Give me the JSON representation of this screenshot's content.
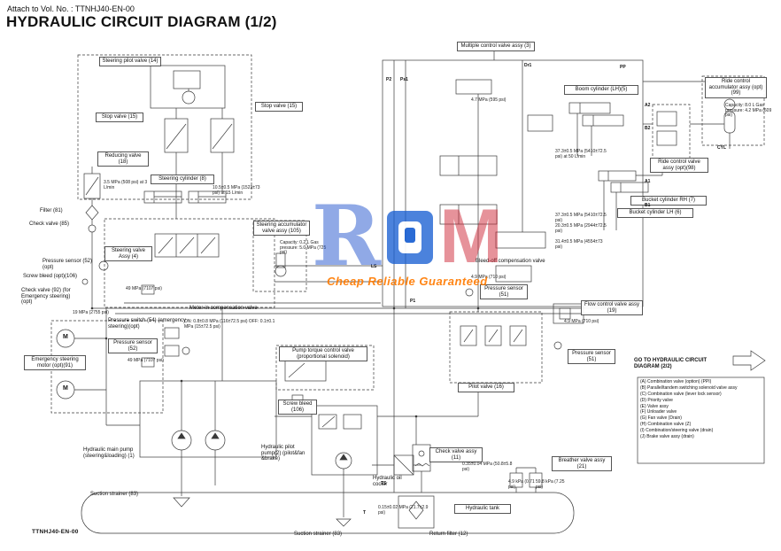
{
  "header": {
    "attach_line": "Attach to Vol. No. : TTNHJ40-EN-00",
    "title": "HYDRAULIC CIRCUIT DIAGRAM (1/2)"
  },
  "footer": {
    "doc_number": "TTNHJ40-EN-00"
  },
  "watermark": {
    "letter_r": "R",
    "letter_m": "M",
    "tagline": "Cheap Reliable Guaranteed"
  },
  "goto": {
    "text": "GO TO HYDRAULIC CIRCUIT DIAGRAM (2/2)"
  },
  "legend": {
    "items": [
      "(A) Combination valve (option) (PPI)",
      "(B) Parallel/tandem switching solenoid valve assy",
      "(C) Combination valve (lever lock sensor)",
      "(D) Priority valve",
      "(E) Valve assy",
      "(F) Unloader valve",
      "(G) Fan valve (Drain)",
      "(H) Combination valve (Z)",
      "(I) Combination/steering valve (drain)",
      "(J) Brake valve assy (drain)"
    ]
  },
  "labels": {
    "steering_pilot_valve": "Steering pilot valve (14)",
    "stop_valve_left": "Stop valve (15)",
    "stop_valve_right": "Stop valve (15)",
    "reducing_valve": "Reducing valve (18)",
    "reducing_spec": "3.5 MPa (508 psi) at 3 L/min",
    "filter_81": "Filter (81)",
    "check_valve_85": "Check valve (85)",
    "steering_cylinder": "Steering cylinder (8)",
    "steering_cylinder_spec": "10.5±0.5 MPa (1523±73 psi) at 15 L/min",
    "steering_valve_assy": "Steering valve Assy (4)",
    "steering_accumulator": "Steering accumulator valve assy (105)",
    "steering_accumulator_spec": "Capacity: 0.2 L Gas pressure: 5.0 MPa (725 psi)",
    "pressure_sensor_52_opt": "Pressure sensor (52)(opt)",
    "screw_bleed_opt": "Screw bleed (opt)(106)",
    "check_valve_92": "Check valve (92) (for Emergency steering)(opt)",
    "spec_49_a": "49 MPa (7107 psi)",
    "meter_in": "Meter-in compensation valve",
    "spec_19": "19 MPa (2755 psi)",
    "pressure_switch_54": "Pressure switch (54) (emergency steering)(opt)",
    "switch_spec": "ON: 0.8±0.8 MPa (116±72.5 psi) OFF: 0.1±0.1 MPa (15±72.5 psi)",
    "pressure_sensor_52": "Pressure sensor (52)",
    "spec_49_b": "49 MPa (7107 psi)",
    "emergency_motor": "Emergency steering motor (opt)(91)",
    "pump_torque": "Pump torque control valve (proportional solenoid)",
    "screw_bleed_106": "Screw bleed (106)",
    "main_pump": "Hydraulic main pump (steering&loading) (1)",
    "pilot_pump": "Hydraulic pilot pump(2) (pilot&fan &brake)",
    "oil_cooler": "Hydraulic oil cooler",
    "suction_strainer_a": "Suction strainer (83)",
    "suction_strainer_b": "Suction strainer (83)",
    "return_filter": "Return filter (12)",
    "hydraulic_tank": "Hydraulic tank",
    "check_valve_assy_11": "Check valve assy (11)",
    "check_valve_11_spec": "0.35±0.04 MPa (50.8±5.8 psi)",
    "return_filter_spec": "0.15±0.02 MPa (21.7±2.9 psi)",
    "breather_valve": "Breather valve assy (21)",
    "breather_spec_a": "4.9 kPa (0.71 psi)",
    "breather_spec_b": "59.8 kPa (7.25 psi)",
    "multiple_control": "Multiple control valve assy (3)",
    "spec_4_7": "4.7 MPa (595 psi)",
    "boom_cylinder": "Boom cylinder (LH)(5)",
    "ride_accumulator": "Ride control accumulator assy (opt)(99)",
    "ride_accumulator_spec": "Capacity: 8.0 L Gas pressure: 4.2 MPa (609 psi)",
    "ride_valve": "Ride control valve assy (opt)(98)",
    "spec_37_a": "37.3±0.5 MPa (5410±72.5 psi) at 50 L/min",
    "bucket_cylinder_rh": "Bucket cylinder RH (7)",
    "bucket_cylinder_lh": "Bucket cylinder LH (6)",
    "spec_37_b": "37.3±0.5 MPa (5410±72.5 psi)",
    "spec_20": "20.3±0.5 MPa (2944±72.5 psi)",
    "spec_31": "31.4±0.5 MPa (4554±73 psi)",
    "bleed_off": "Bleed-off compensation valve",
    "spec_49_c": "4.9 MPa (710 psi)",
    "pressure_sensor_51_a": "Pressure sensor (51)",
    "flow_control": "Flow control valve assy (19)",
    "spec_49_d": "4.9 MPa (710 psi)",
    "pressure_sensor_51_b": "Pressure sensor (51)",
    "pilot_valve_16": "Pilot valve (16)"
  },
  "ports": {
    "p1": "P1",
    "p2": "P2",
    "ps": "Ps1",
    "ls": "LS",
    "t": "T",
    "ts": "TS",
    "dr": "Dr1",
    "a1": "A1",
    "b1": "B1",
    "a2": "A2",
    "b2": "B2",
    "cyl": "CYL",
    "m": "M",
    "pp": "PP"
  }
}
